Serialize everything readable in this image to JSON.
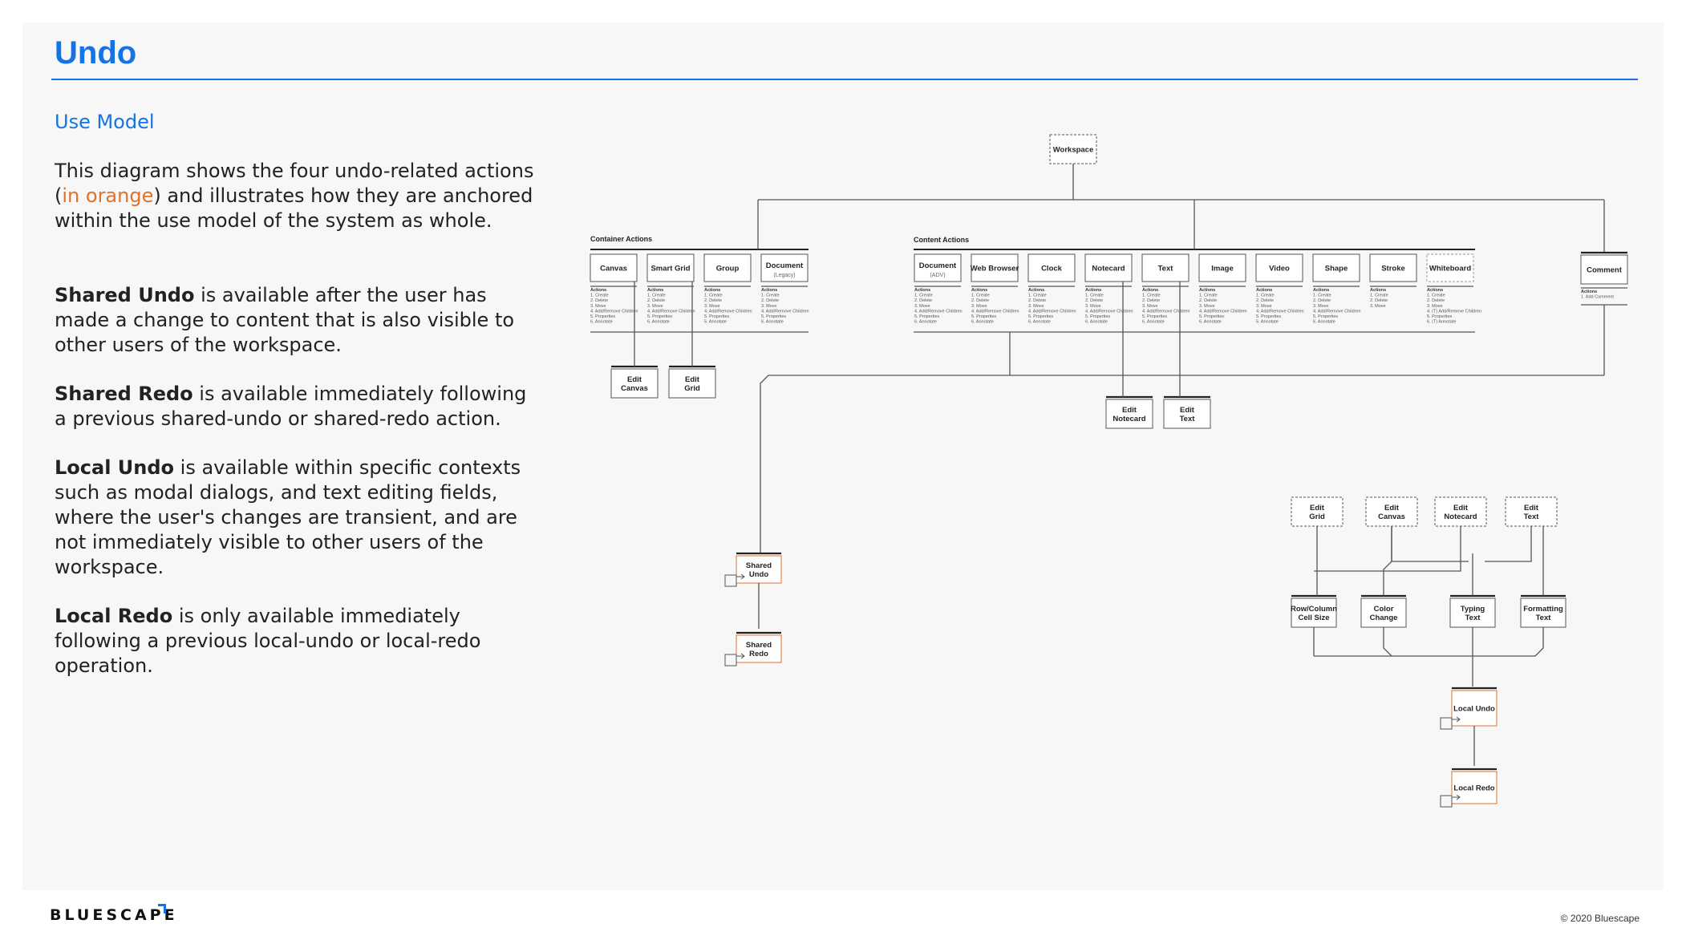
{
  "slide": {
    "title": "Undo",
    "subtitle": "Use Model",
    "intro": {
      "before": "This diagram shows the four undo-related actions (",
      "highlight": "in orange",
      "after": ") and illustrates how they are anchored within the use model of the system as whole."
    },
    "definitions": [
      {
        "term": "Shared Undo",
        "text": " is available after the user has made a change to content that is also visible to other users of the workspace."
      },
      {
        "term": "Shared Redo",
        "text": " is available immediately following a previous shared-undo or shared-redo action."
      },
      {
        "term": "Local Undo",
        "text": " is available within specific contexts such as modal dialogs, and text editing fields, where the user's changes are transient, and are not immediately visible to other users of the workspace."
      },
      {
        "term": "Local Redo",
        "text": " is only available immediately following a previous local-undo or local-redo operation."
      }
    ],
    "colors": {
      "accent": "#1473e6",
      "highlight": "#e0712b",
      "line": "#555555"
    }
  },
  "diagram": {
    "root": "Workspace",
    "sections": {
      "container": "Container Actions",
      "content": "Content Actions"
    },
    "container_nodes": [
      {
        "label": [
          "Canvas"
        ],
        "actions": [
          "Actions",
          "1. Create",
          "2. Delete",
          "3. Move",
          "4. Add/Remove Children",
          "5. Properties",
          "6. Annotate"
        ]
      },
      {
        "label": [
          "Smart Grid"
        ],
        "actions": [
          "Actions",
          "1. Create",
          "2. Delete",
          "3. Move",
          "4. Add/Remove Children",
          "5. Properties",
          "6. Annotate"
        ]
      },
      {
        "label": [
          "Group"
        ],
        "actions": [
          "Actions",
          "1. Create",
          "2. Delete",
          "3. Move",
          "4. Add/Remove Children",
          "5. Properties",
          "6. Annotate"
        ]
      },
      {
        "label": [
          "Document",
          "(Legacy)"
        ],
        "actions": [
          "Actions",
          "1. Create",
          "2. Delete",
          "3. Move",
          "4. Add/Remove Children",
          "5. Properties",
          "6. Annotate"
        ]
      }
    ],
    "content_nodes": [
      {
        "label": [
          "Document",
          "(ADV)"
        ],
        "actions": [
          "Actions",
          "1. Create",
          "2. Delete",
          "3. Move",
          "4. Add/Remove Children",
          "5. Properties",
          "6. Annotate"
        ]
      },
      {
        "label": [
          "Web Browser"
        ],
        "actions": [
          "Actions",
          "1. Create",
          "2. Delete",
          "3. Move",
          "4. Add/Remove Children",
          "5. Properties",
          "6. Annotate"
        ]
      },
      {
        "label": [
          "Clock"
        ],
        "actions": [
          "Actions",
          "1. Create",
          "2. Delete",
          "3. Move",
          "4. Add/Remove Children",
          "5. Properties",
          "6. Annotate"
        ]
      },
      {
        "label": [
          "Notecard"
        ],
        "actions": [
          "Actions",
          "1. Create",
          "2. Delete",
          "3. Move",
          "4. Add/Remove Children",
          "5. Properties",
          "6. Annotate"
        ]
      },
      {
        "label": [
          "Text"
        ],
        "actions": [
          "Actions",
          "1. Create",
          "2. Delete",
          "3. Move",
          "4. Add/Remove Children",
          "5. Properties",
          "6. Annotate"
        ]
      },
      {
        "label": [
          "Image"
        ],
        "actions": [
          "Actions",
          "1. Create",
          "2. Delete",
          "3. Move",
          "4. Add/Remove Children",
          "5. Properties",
          "6. Annotate"
        ]
      },
      {
        "label": [
          "Video"
        ],
        "actions": [
          "Actions",
          "1. Create",
          "2. Delete",
          "3. Move",
          "4. Add/Remove Children",
          "5. Properties",
          "6. Annotate"
        ]
      },
      {
        "label": [
          "Shape"
        ],
        "actions": [
          "Actions",
          "1. Create",
          "2. Delete",
          "3. Move",
          "4. Add/Remove Children",
          "5. Properties",
          "6. Annotate"
        ]
      },
      {
        "label": [
          "Stroke"
        ],
        "actions": [
          "Actions",
          "1. Create",
          "2. Delete",
          "3. Move"
        ]
      },
      {
        "label": [
          "Whiteboard"
        ],
        "actions": [
          "Actions",
          "1. Create",
          "2. Delete",
          "3. Move",
          "4. (T) Add/Remove Children",
          "5. Properties",
          "6. (T) Annotate"
        ]
      }
    ],
    "comment_node": {
      "label": [
        "Comment"
      ],
      "actions": [
        "Actions",
        "1. Add Comment"
      ]
    },
    "edit_container": [
      [
        "Edit",
        "Canvas"
      ],
      [
        "Edit",
        "Grid"
      ]
    ],
    "edit_content": [
      [
        "Edit",
        "Notecard"
      ],
      [
        "Edit",
        "Text"
      ]
    ],
    "shared_undo": [
      "Shared",
      "Undo"
    ],
    "shared_redo": [
      "Shared",
      "Redo"
    ],
    "local_sources": [
      [
        "Edit",
        "Grid"
      ],
      [
        "Edit",
        "Canvas"
      ],
      [
        "Edit",
        "Notecard"
      ],
      [
        "Edit",
        "Text"
      ]
    ],
    "local_actions": [
      [
        "Row/Column",
        "Cell Size"
      ],
      [
        "Color",
        "Change"
      ],
      [
        "Typing",
        "Text"
      ],
      [
        "Formatting",
        "Text"
      ]
    ],
    "local_undo": [
      "Local Undo"
    ],
    "local_redo": [
      "Local Redo"
    ]
  },
  "footer": {
    "logo": "BLUESCAPE",
    "copyright": "© 2020 Bluescape"
  }
}
